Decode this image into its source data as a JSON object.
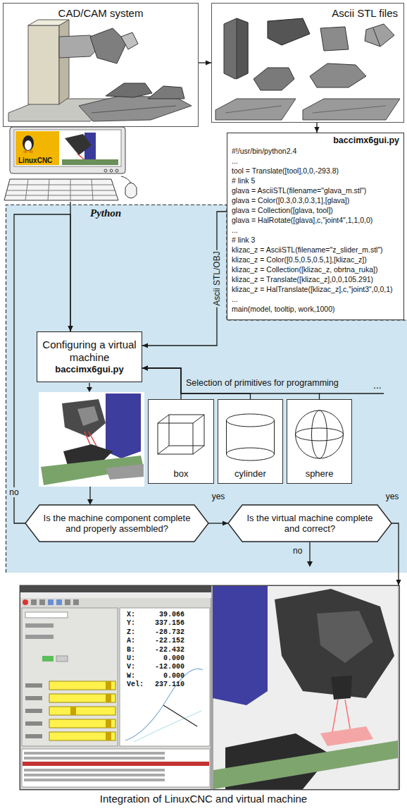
{
  "diagram": {
    "nodes": [
      {
        "text": [
          "CAD/CAM system"
        ]
      },
      {
        "text": [
          "Ascii STL files"
        ]
      },
      {
        "text": [
          "LinuxCNC"
        ]
      },
      {
        "text": [
          "baccimx6gui.py",
          "#!/usr/bin/python2.4",
          "...",
          "tool = Translate([tool],0,0,-293.8)",
          "# link 5",
          "glava = AsciiSTL(filename=\"glava_m.stl\")",
          "glava = Color([0.3,0.3,0.3,1],[glava])",
          "glava = Collection([glava, tool])",
          "glava = HalRotate([glava],c,\"joint4\",1,1,0,0)",
          "...",
          "# link 3",
          "klizac_z = AsciiSTL(filename=\"z_slider_m.stl\")",
          "klizac_z = Color([0.5,0.5,0.5,1],[klizac_z])",
          "klizac_z = Collection([klizac_z, obrtna_ruka])",
          "klizac_z = Translate([klizac_z],0,0,105.291)",
          "klizac_z = HalTranslate([klizac_z],c,\"joint3\",0,0,1)",
          "...",
          "main(model, tooltip, work,1000)"
        ]
      },
      {
        "text": [
          "Python"
        ]
      },
      {
        "text": [
          "Configuring a virtual machine",
          "baccimx6gui.py"
        ],
        "in": 4
      },
      {
        "text": [
          "box"
        ],
        "in": 4
      },
      {
        "text": [
          "cylinder"
        ],
        "in": 4
      },
      {
        "text": [
          "sphere"
        ],
        "in": 4
      },
      {
        "text": [
          "Is the machine component complete and properly assembled?"
        ],
        "in": 4
      },
      {
        "text": [
          "Is the virtual machine complete and correct?"
        ],
        "in": 4
      },
      {
        "text": [
          "Integration of LinuxCNC and virtual machine"
        ]
      }
    ],
    "edges": [
      {
        "from": 0,
        "to": 1,
        "arrow": "to"
      },
      {
        "from": 1,
        "to": 3,
        "arrow": "to"
      },
      {
        "from": 3,
        "to": 5,
        "label": "Ascii STL/OBJ",
        "arrow": "to"
      },
      {
        "from": 2,
        "to": 5,
        "arrow": "to"
      },
      {
        "from": 6,
        "to": 5,
        "arrow": "to"
      },
      {
        "from": 7,
        "to": 5,
        "arrow": "to"
      },
      {
        "from": 8,
        "to": 5,
        "arrow": "to"
      },
      {
        "from": 9,
        "to": 10,
        "label": "yes",
        "arrow": "to"
      },
      {
        "from": 9,
        "to": 5,
        "label": "no",
        "arrow": "to"
      },
      {
        "from": 10,
        "to": 11,
        "label": "yes",
        "arrow": "to"
      }
    ],
    "labels": [
      "Selection of primitives for programming",
      "...",
      "no",
      "X:",
      "39.066",
      "Y:",
      "337.156",
      "Z:",
      "-28.732",
      "A:",
      "-22.152",
      "B:",
      "-22.432",
      "U:",
      "0.000",
      "V:",
      "-12.000",
      "W:",
      "0.000",
      "Vel:",
      "237.110"
    ]
  }
}
